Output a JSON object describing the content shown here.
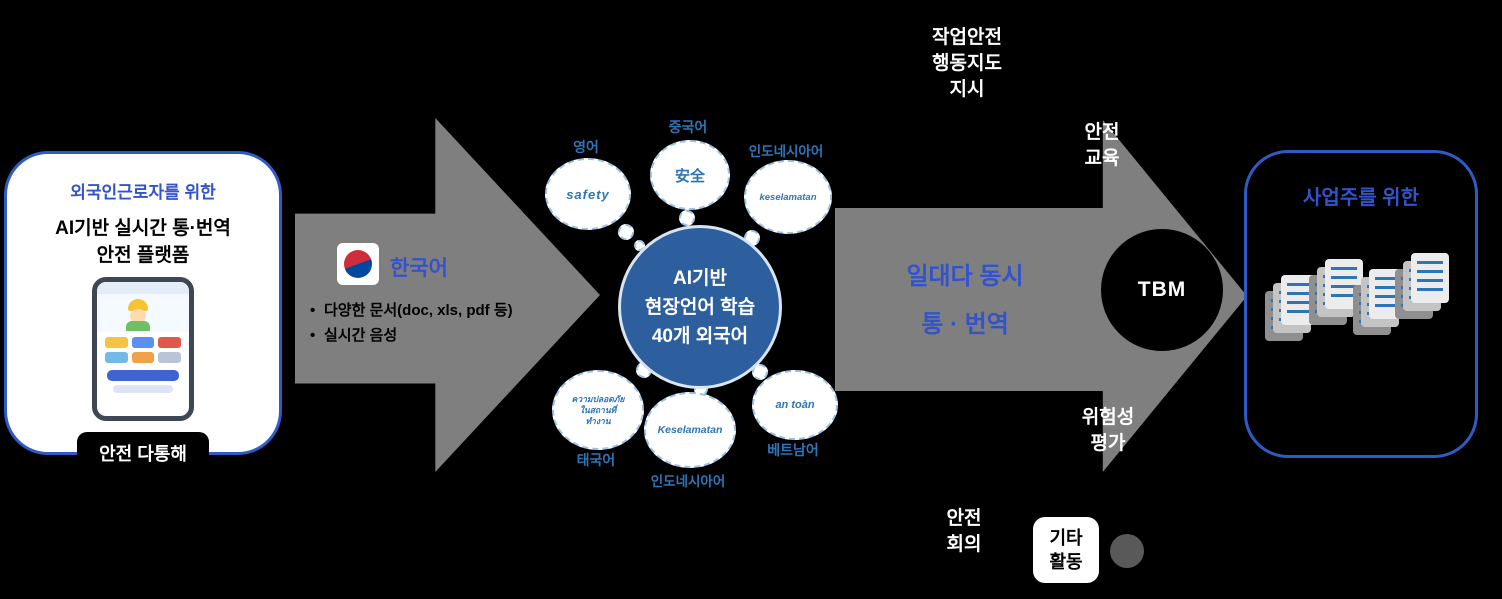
{
  "colors": {
    "background": "#000000",
    "accent_blue": "#3353cb",
    "bubble_blue": "#2e75b6",
    "core_circle_blue": "#2d5f9e",
    "arrow_gray": "#7f7f7f"
  },
  "left_card": {
    "subtitle": "외국인근로자를 위한",
    "title": "AI기반 실시간 통·번역\n안전 플랫폼",
    "badge": "안전 다통해"
  },
  "input": {
    "flag_icon": "korean-flag-icon",
    "language": "한국어",
    "bullets": [
      "다양한 문서(doc, xls, pdf 등)",
      "실시간 음성"
    ]
  },
  "core": {
    "lines": "AI기반\n현장언어 학습\n40개 외국어"
  },
  "bubbles": [
    {
      "label": "영어",
      "word": "safety"
    },
    {
      "label": "중국어",
      "word": "安全"
    },
    {
      "label": "인도네시아어",
      "word": "keselamatan"
    },
    {
      "label": "태국어",
      "word": "ความปลอดภัย\nในสถานที่\nทำงาน"
    },
    {
      "label": "인도네시아어",
      "word": "Keselamatan"
    },
    {
      "label": "베트남어",
      "word": "an toàn"
    }
  ],
  "output": {
    "line1": "일대다 동시",
    "line2": "통 · 번역"
  },
  "tbm": "TBM",
  "activities": {
    "top": "작업안전\n행동지도\n지시",
    "education": "안전\n교육",
    "risk": "위험성\n평가",
    "meeting": "안전\n회의",
    "etc": "기타\n활동"
  },
  "right_card": {
    "title": "사업주를 위한"
  }
}
